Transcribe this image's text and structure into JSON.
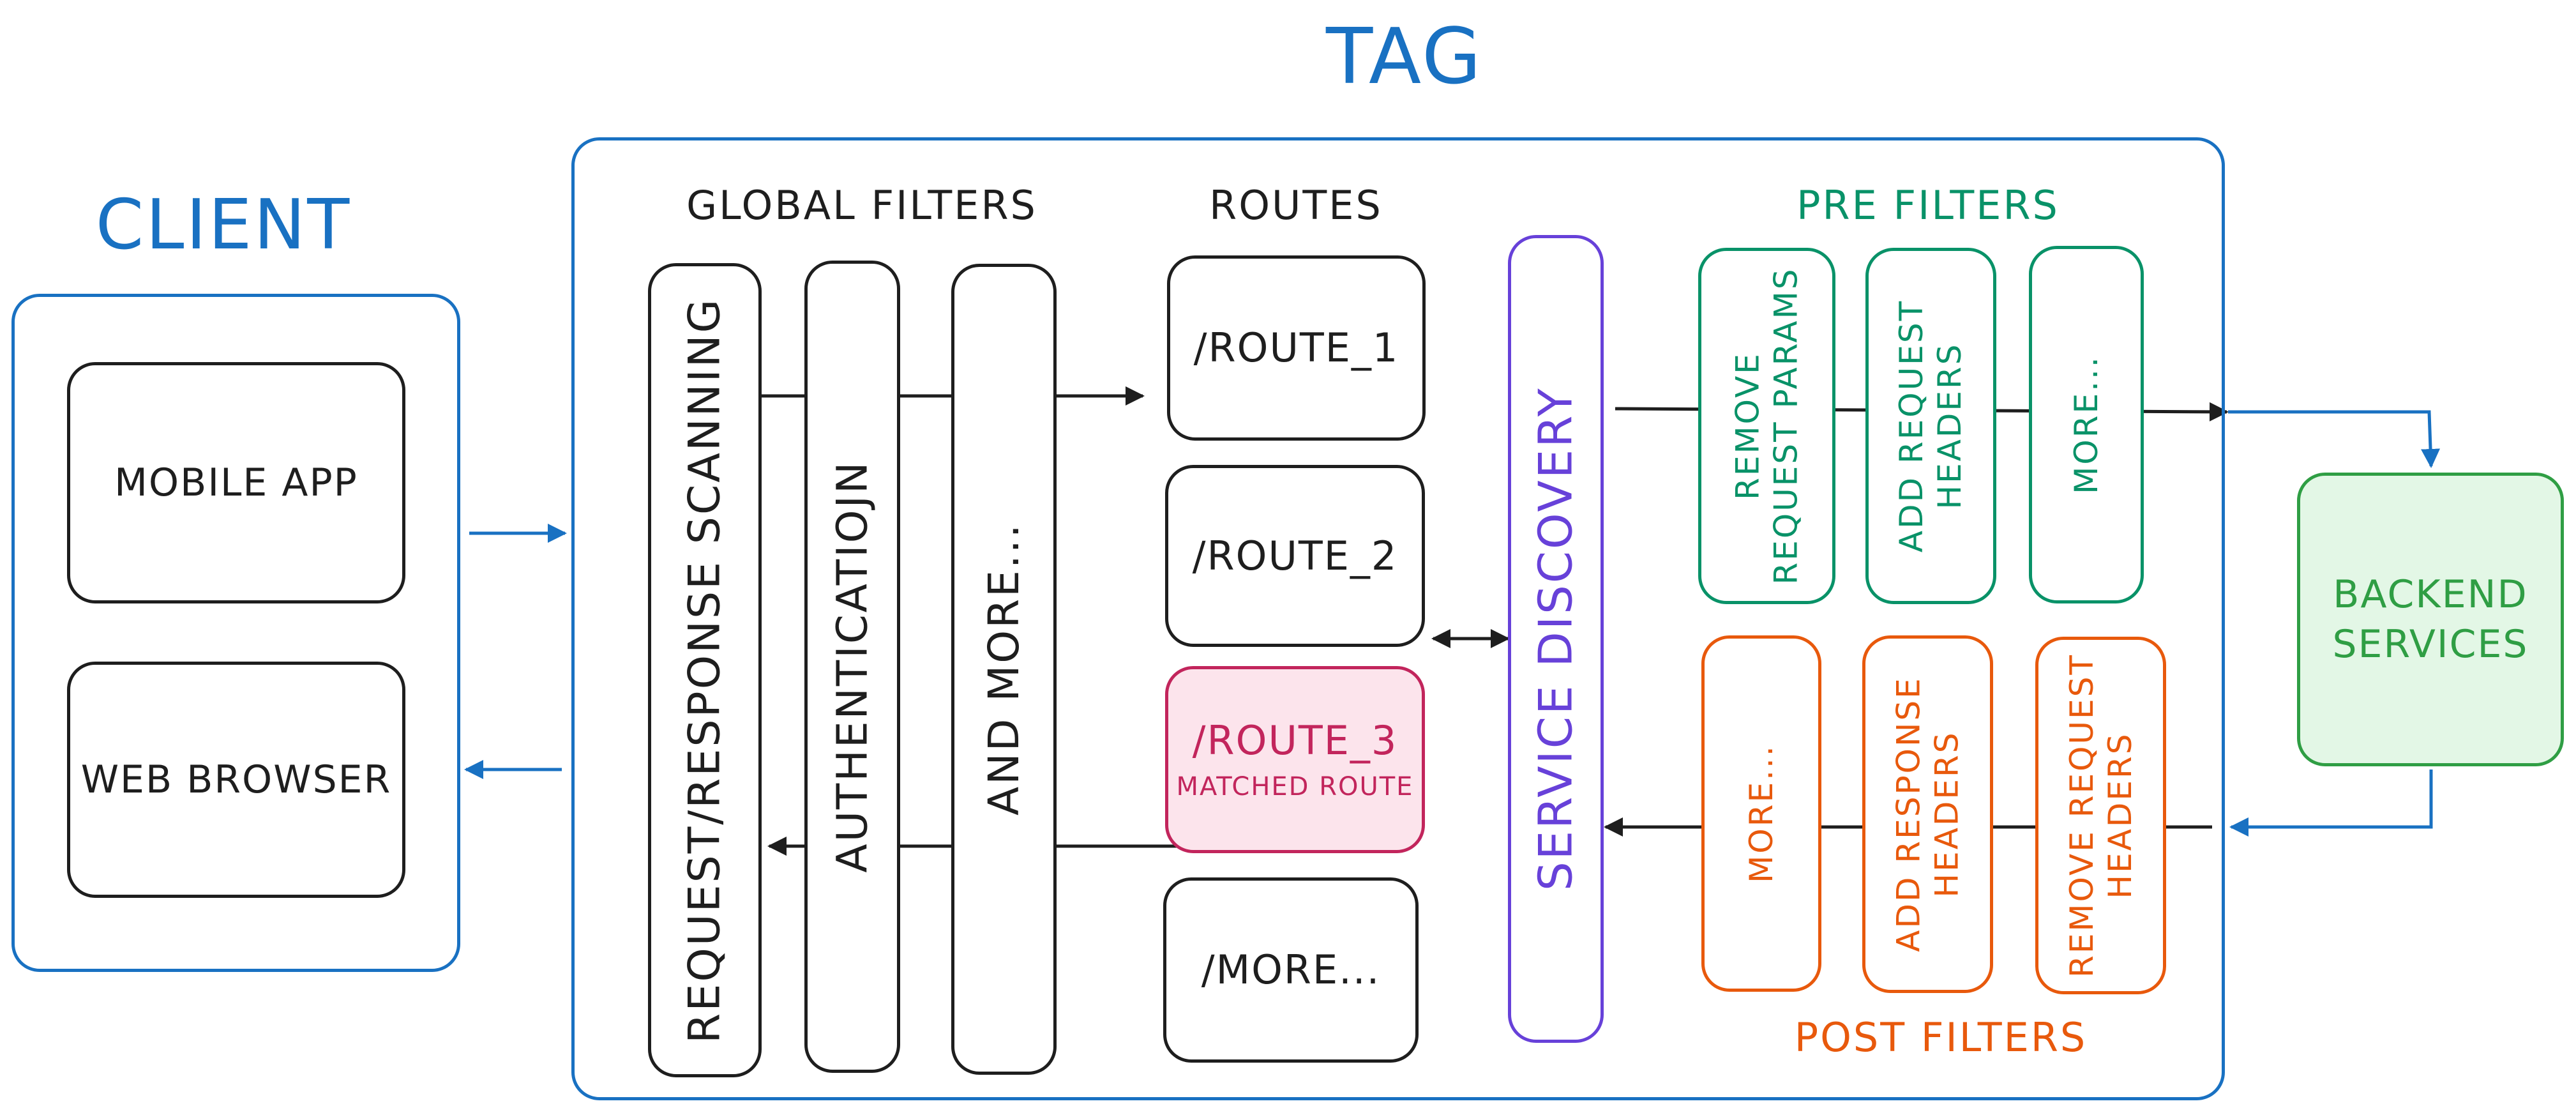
{
  "diagram": {
    "title": "TAG",
    "client": {
      "title": "CLIENT",
      "items": [
        "MOBILE APP",
        "WEB BROWSER"
      ]
    },
    "global_filters": {
      "title": "GLOBAL FILTERS",
      "items": [
        "REQUEST/RESPONSE SCANNING",
        "AUTHENTICATIOJN",
        "AND MORE..."
      ]
    },
    "routes": {
      "title": "ROUTES",
      "items": [
        "/ROUTE_1",
        "/ROUTE_2",
        "/ROUTE_3",
        "/MORE..."
      ],
      "matched_label": "MATCHED ROUTE"
    },
    "service_discovery": "SERVICE DISCOVERY",
    "pre_filters": {
      "title": "PRE FILTERS",
      "items": [
        "REMOVE\nREQUEST PARAMS",
        "ADD REQUEST\nHEADERS",
        "MORE..."
      ]
    },
    "post_filters": {
      "title": "POST FILTERS",
      "items": [
        "MORE...",
        "ADD RESPONSE\nHEADERS",
        "REMOVE REQUEST\nHEADERS"
      ]
    },
    "backend": "BACKEND\nSERVICES",
    "colors": {
      "client_blue": "#1971c2",
      "pre_filter_teal": "#099268",
      "post_filter_orange": "#e8590c",
      "service_discovery_purple": "#6741d9",
      "matched_route_pink": "#c2255c",
      "matched_route_fill": "#fce4ec",
      "backend_green": "#2f9e44",
      "backend_fill": "#e3f7e6",
      "stroke_dark": "#1e1e1e"
    }
  }
}
